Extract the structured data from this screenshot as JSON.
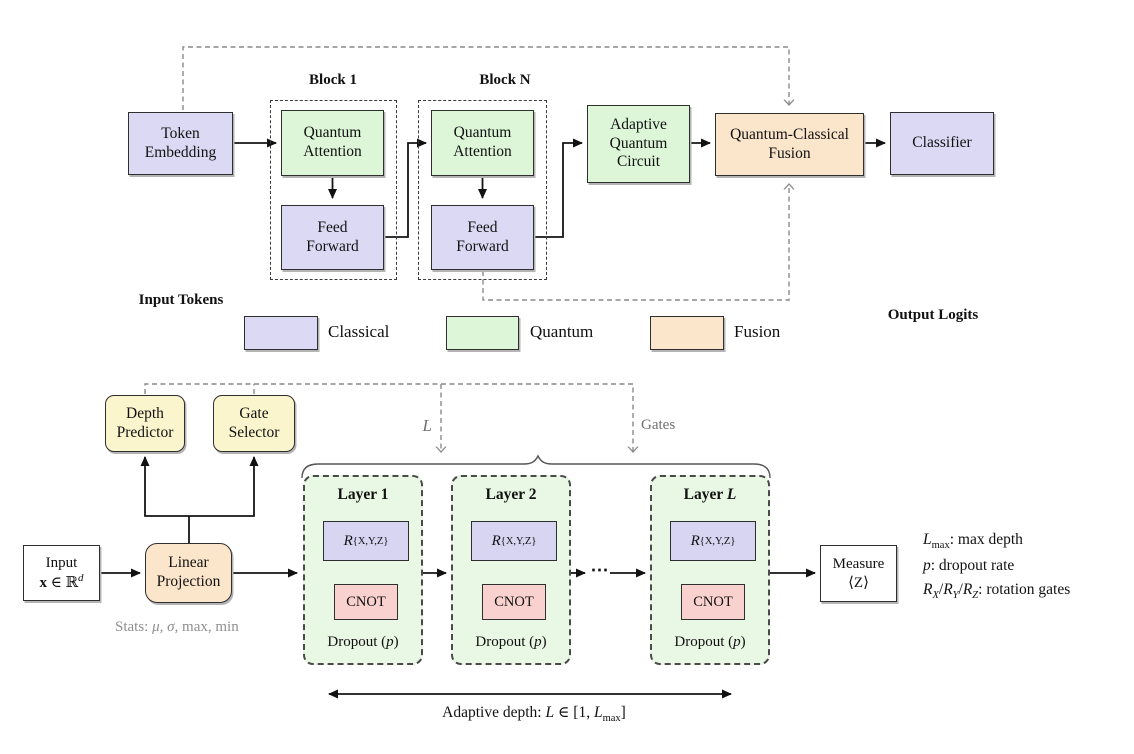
{
  "top": {
    "token_embedding": "Token\nEmbedding",
    "block1_label": "Block 1",
    "blockN_label": "Block N",
    "quantum_attention": "Quantum\nAttention",
    "feed_forward": "Feed\nForward",
    "adaptive_quantum_circuit": "Adaptive\nQuantum\nCircuit",
    "fusion": "Quantum-Classical\nFusion",
    "classifier": "Classifier",
    "input_tokens": "Input Tokens",
    "output_logits": "Output Logits",
    "legend": {
      "classical": "Classical",
      "quantum": "Quantum",
      "fusion": "Fusion"
    }
  },
  "bottom": {
    "depth_predictor": "Depth\nPredictor",
    "gate_selector": "Gate\nSelector",
    "input_box": {
      "line1": "Input",
      "x": "x",
      "mid": " ∈ ℝ",
      "sup": "d"
    },
    "linear_projection": "Linear\nProjection",
    "stats": {
      "prefix": "Stats: ",
      "greek": "μ, σ",
      "rest": ", max, min"
    },
    "l_label": "L",
    "gates_label": "Gates",
    "layer_title_prefix": "Layer ",
    "layers": [
      {
        "suffix": "1"
      },
      {
        "suffix": "2"
      },
      {
        "suffix": "L"
      }
    ],
    "rotation_gate": {
      "r": "R",
      "sub": "{X,Y,Z}"
    },
    "cnot": "CNOT",
    "dropout": {
      "prefix": "Dropout (",
      "p": "p",
      "suffix": ")"
    },
    "ellipsis": "⋯",
    "measure": {
      "line1": "Measure",
      "line2": "⟨Z⟩"
    },
    "notes": {
      "n1": {
        "sym": "L",
        "sub": "max",
        "rest": ": max depth"
      },
      "n2": {
        "sym": "p",
        "rest": ": dropout rate"
      },
      "n3": {
        "r1": "R",
        "s1": "X",
        "sep1": "/",
        "r2": "R",
        "s2": "Y",
        "sep2": "/",
        "r3": "R",
        "s3": "Z",
        "rest": ": rotation gates"
      }
    },
    "adaptive": {
      "prefix": "Adaptive depth: ",
      "l1": "L",
      "mid": " ∈ [1, ",
      "l2": "L",
      "sub": "max",
      "suffix": "]"
    }
  },
  "colors": {
    "classical": "#dbd9f4",
    "quantum": "#dcf6d7",
    "fusion": "#fbe5cb",
    "controller_yellow": "#fbf5cd",
    "cnot_pink": "#f9d1ce",
    "rotation_lavender": "#d7d5f2",
    "layer_green": "#e9f8e4"
  }
}
